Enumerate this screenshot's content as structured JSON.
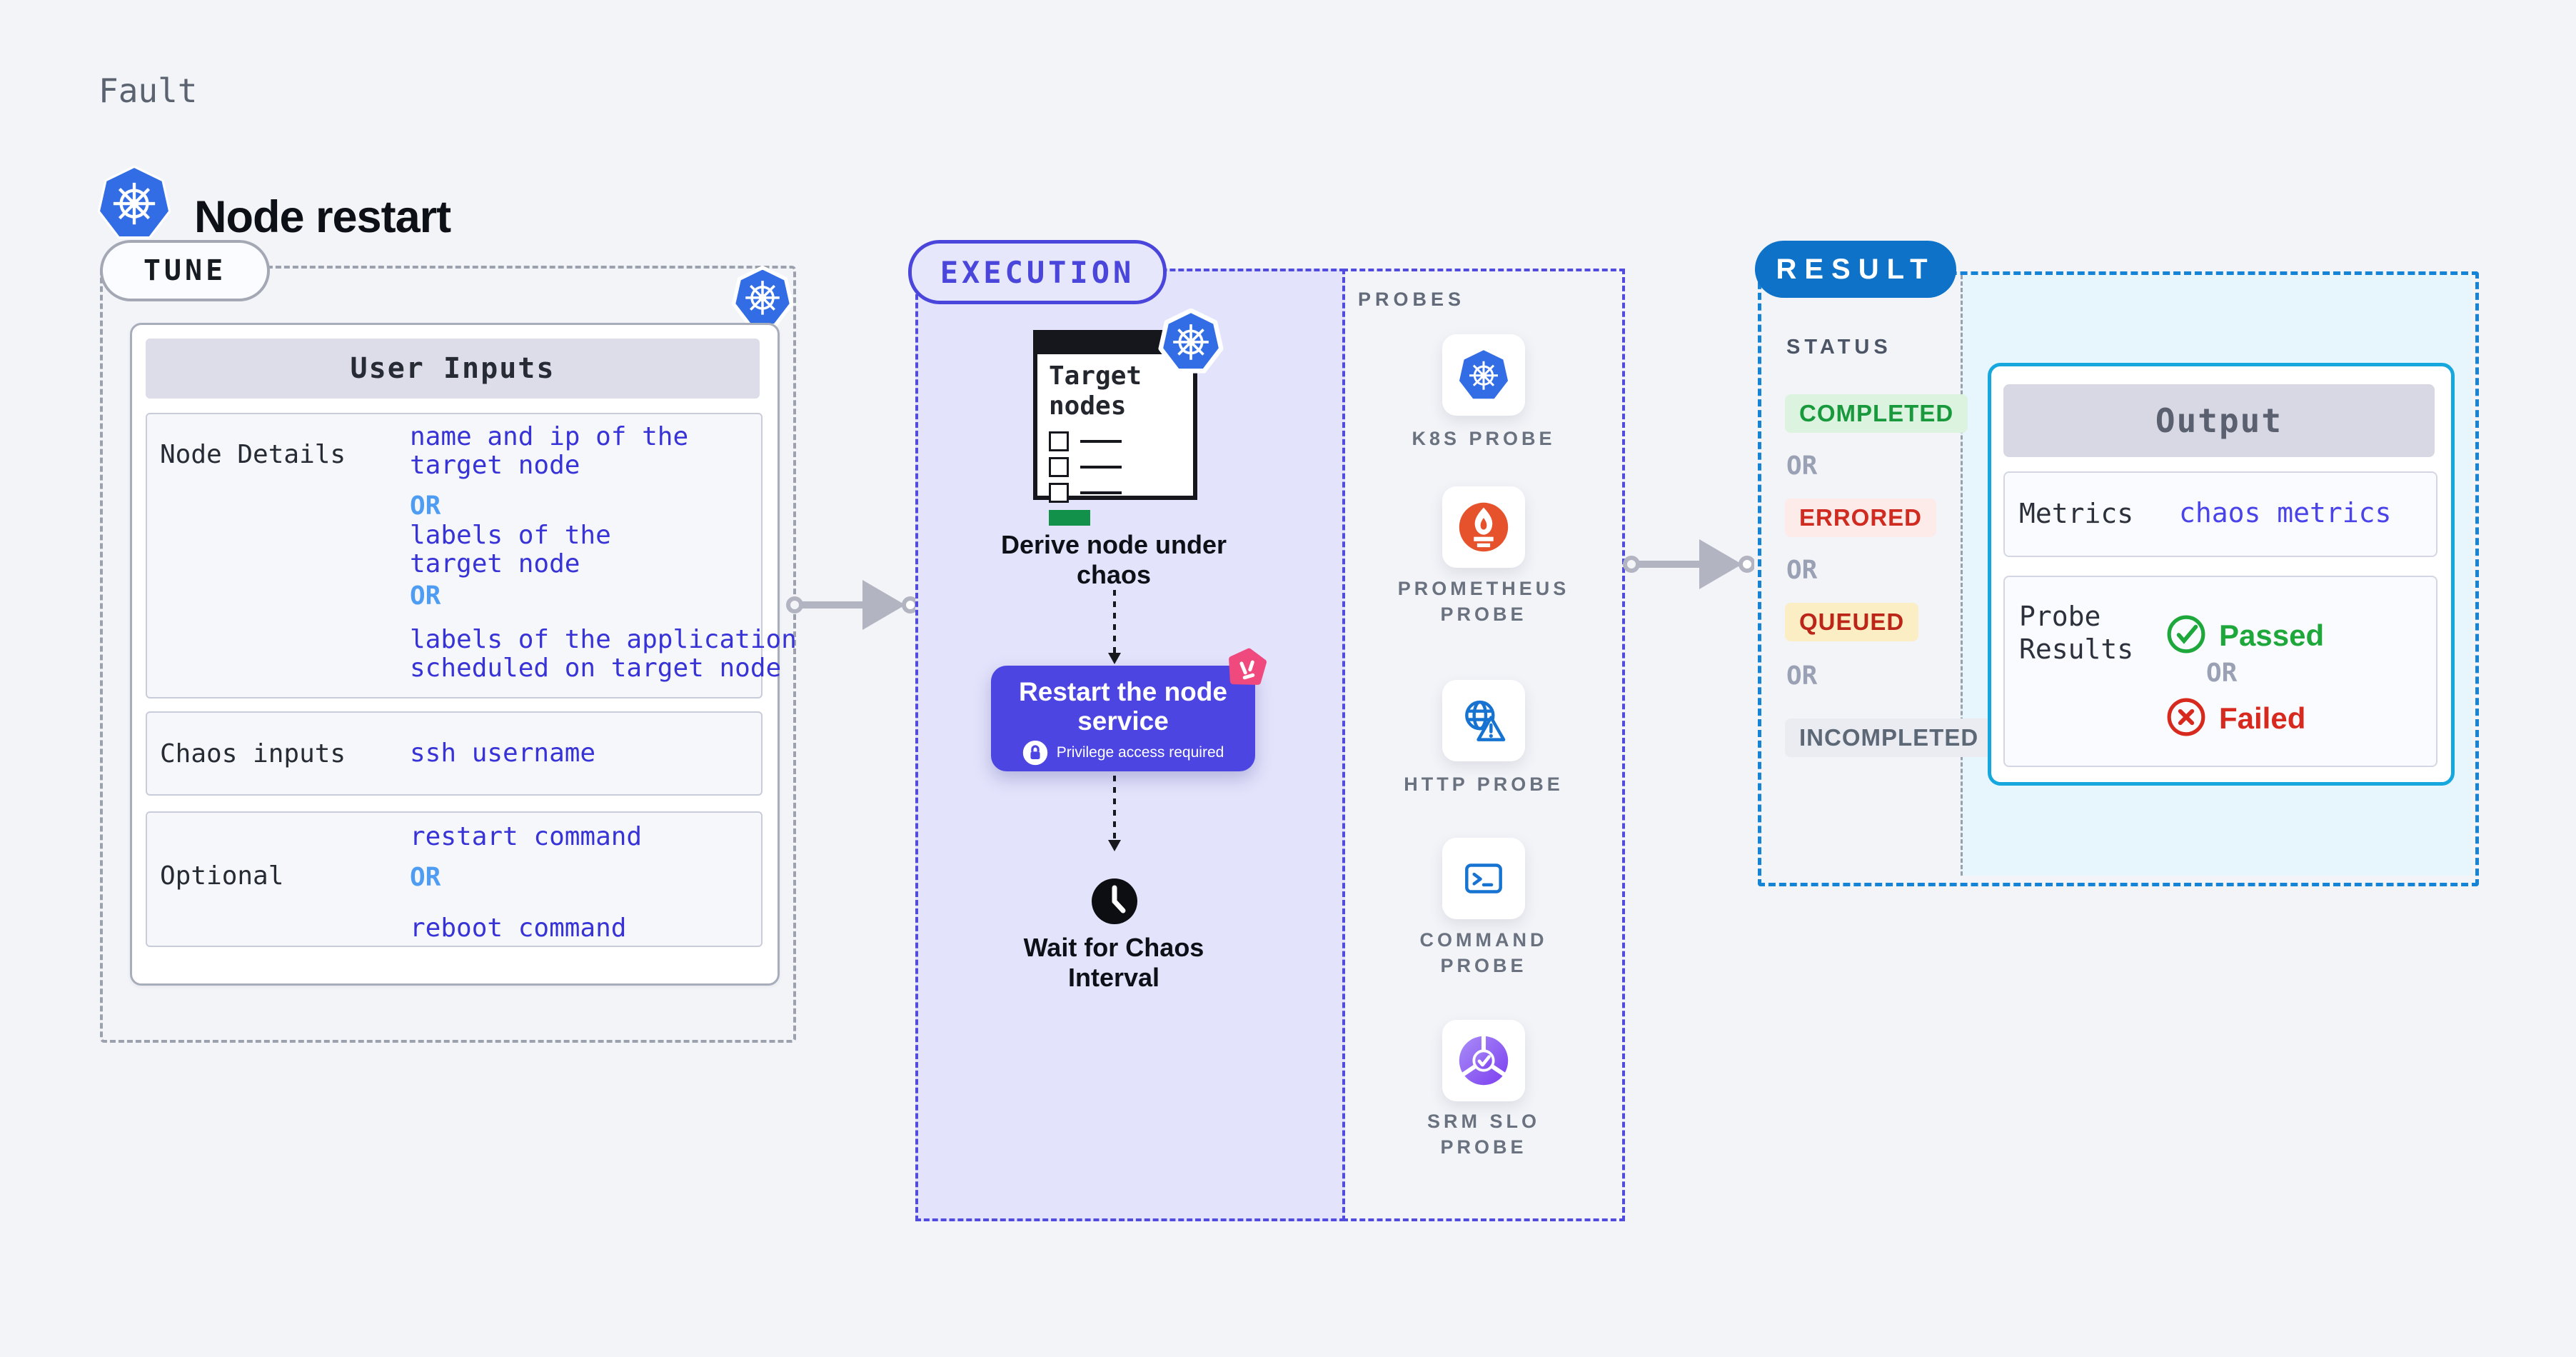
{
  "header": {
    "eyebrow": "Fault",
    "title": "Node restart",
    "title_icon": "kubernetes-icon"
  },
  "tune": {
    "badge": "TUNE",
    "corner_icon": "kubernetes-icon",
    "table_header": "User Inputs",
    "rows": [
      {
        "label": "Node Details",
        "values": [
          "name and ip of the\ntarget node",
          "labels of the\ntarget node",
          "labels of the application\n scheduled on target node"
        ],
        "separator": "OR"
      },
      {
        "label": "Chaos inputs",
        "values": [
          "ssh username"
        ]
      },
      {
        "label": "Optional",
        "values": [
          "restart command",
          "reboot command"
        ],
        "separator": "OR"
      }
    ]
  },
  "execution": {
    "badge": "EXECUTION",
    "clipboard_title": "Target\nnodes",
    "clipboard_icon": "kubernetes-icon",
    "derive_caption": "Derive node under\nchaos",
    "restart_box": {
      "title": "Restart the node\nservice",
      "note": "Privilege access required",
      "lock_icon": "lock-icon",
      "corner_icon": "litmus-chaos-icon"
    },
    "clock_icon": "clock-icon",
    "wait_caption": "Wait for Chaos\nInterval"
  },
  "probes": {
    "section_label": "PROBES",
    "items": [
      {
        "label": "K8S PROBE",
        "icon": "kubernetes-icon"
      },
      {
        "label": "PROMETHEUS\nPROBE",
        "icon": "prometheus-icon"
      },
      {
        "label": "HTTP PROBE",
        "icon": "http-globe-warning-icon"
      },
      {
        "label": "COMMAND\nPROBE",
        "icon": "command-terminal-icon"
      },
      {
        "label": "SRM SLO\nPROBE",
        "icon": "srm-slo-icon"
      }
    ]
  },
  "result": {
    "badge": "RESULT",
    "status_label": "STATUS",
    "separator": "OR",
    "statuses": [
      {
        "label": "COMPLETED",
        "text_color": "#17993c",
        "bg_color": "#dcf3e0"
      },
      {
        "label": "ERRORED",
        "text_color": "#d02b20",
        "bg_color": "#fcebe9"
      },
      {
        "label": "QUEUED",
        "text_color": "#bb2619",
        "bg_color": "#fbeec5"
      },
      {
        "label": "INCOMPLETED",
        "text_color": "#5d6877",
        "bg_color": "#eaecf2"
      }
    ],
    "output": {
      "header": "Output",
      "metrics_label": "Metrics",
      "metrics_value": "chaos metrics",
      "probe_results_label": "Probe\nResults",
      "passed_label": "Passed",
      "separator": "OR",
      "failed_label": "Failed",
      "passed_icon": "check-circle-icon",
      "failed_icon": "x-circle-icon"
    }
  },
  "colors": {
    "page_background": "#f3f4f8",
    "kubernetes_blue": "#326de6",
    "execution_fill": "#e3e3fb",
    "execution_border": "#514bde",
    "restart_box_fill": "#4c45e2",
    "litmus_pink": "#f0497e",
    "result_badge_blue": "#0d72c8",
    "result_border_blue": "#1583d6",
    "output_border_cyan": "#16a7de",
    "cyan_panel": "#e7f6fc",
    "value_blue": "#3733d6",
    "or_light_blue": "#4f9df2",
    "prometheus_orange": "#e6522c",
    "probe_icon_blue": "#1673d1",
    "green_bar": "#12914b",
    "arrow_gray": "#b2b4c2"
  }
}
